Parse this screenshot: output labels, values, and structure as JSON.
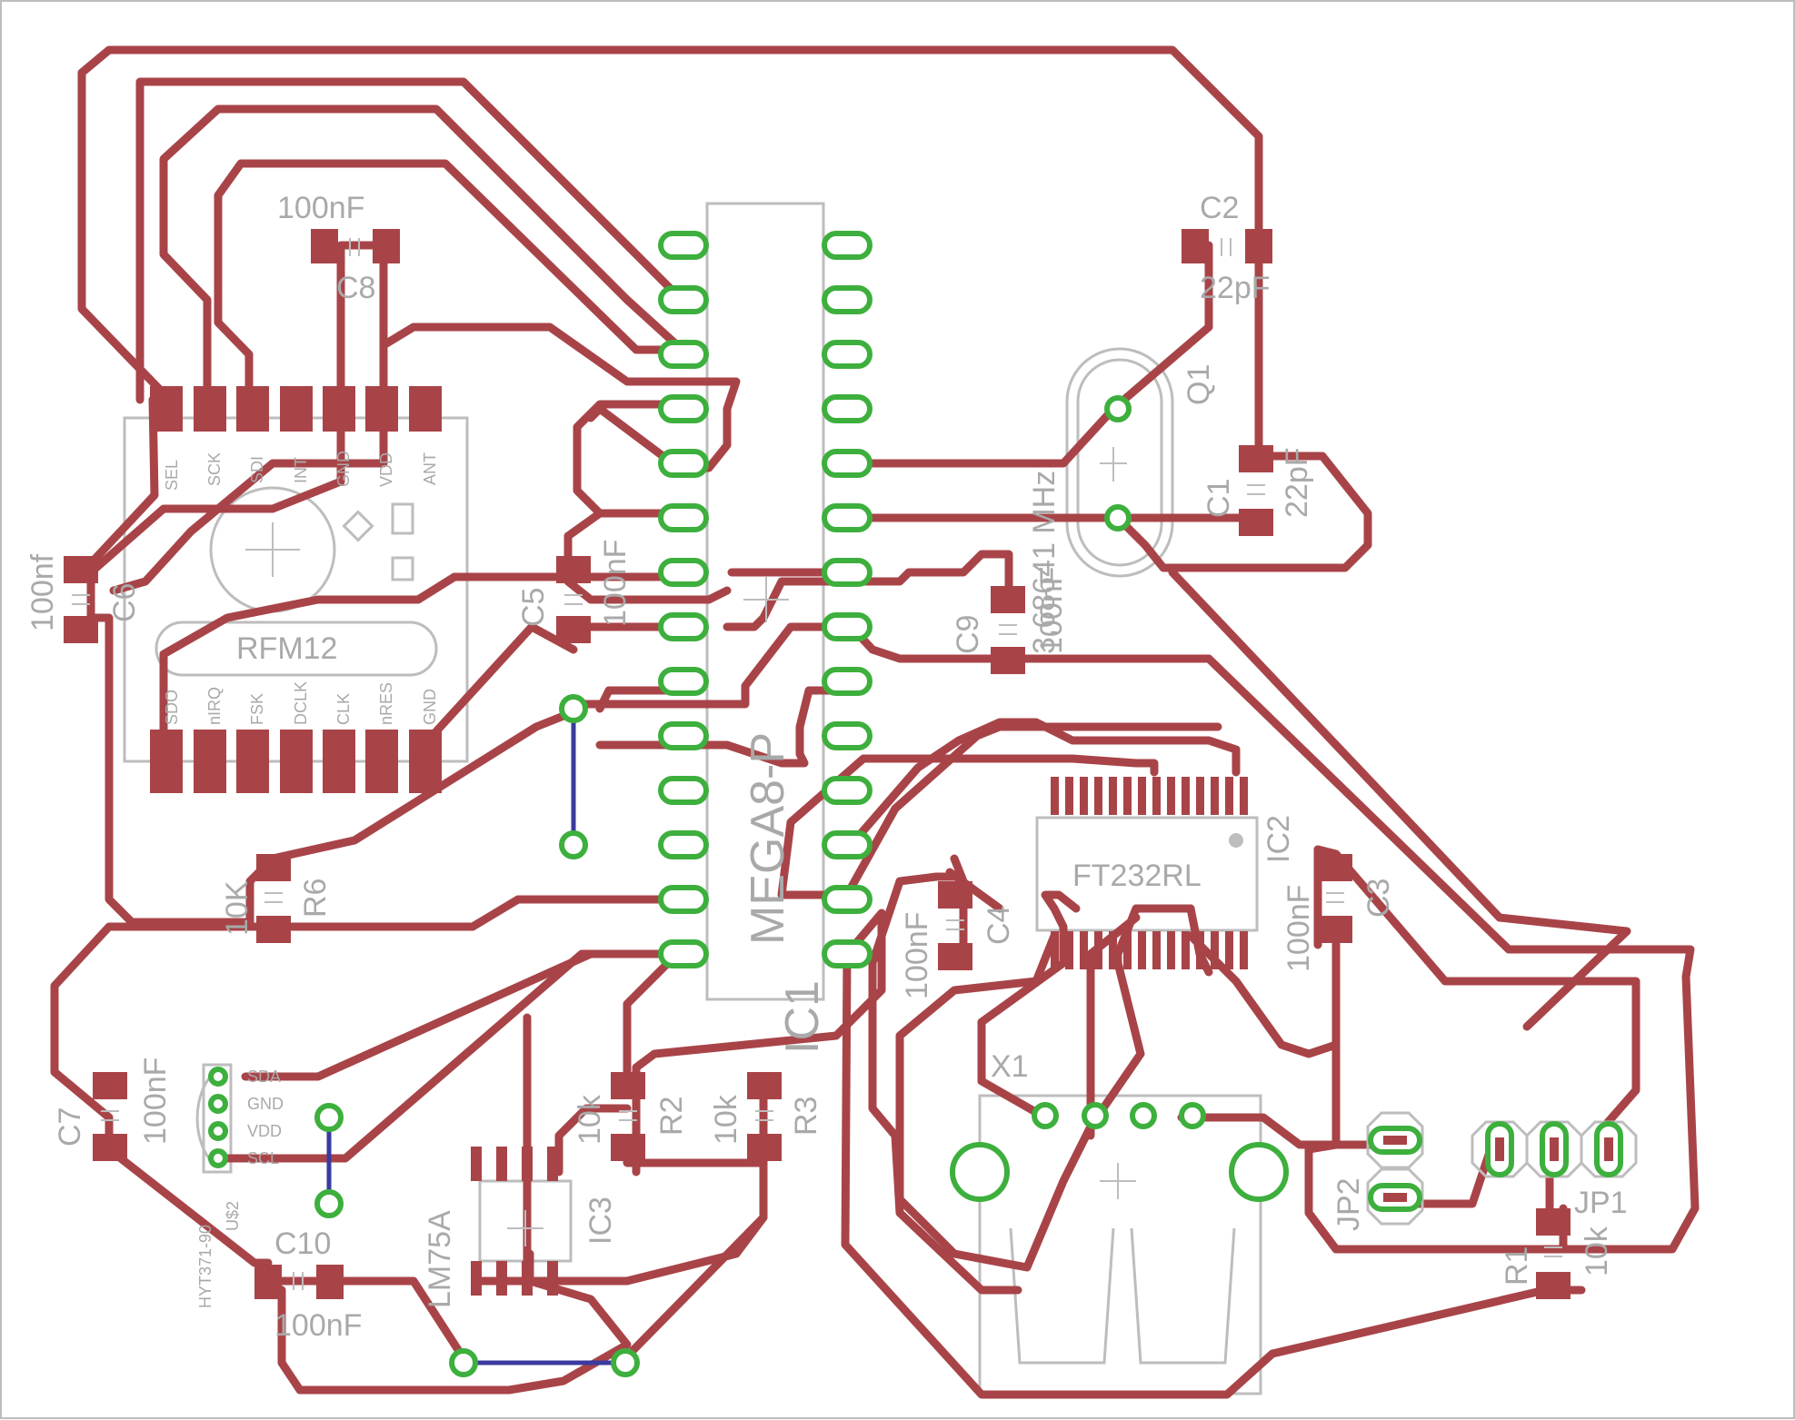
{
  "colors": {
    "copper": "#a84448",
    "via": "#3daf3d",
    "jumper": "#3a3aa0",
    "silkscreen": "#bdbdbd",
    "text": "#a9a9a9",
    "background": "#ffffff"
  },
  "rfm12": {
    "name": "RFM12",
    "top_pins": [
      "SEL",
      "SCK",
      "SDI",
      "INT",
      "GND",
      "VDD",
      "ANT"
    ],
    "bottom_pins": [
      "SDO",
      "nIRQ",
      "FSK",
      "DCLK",
      "CLK",
      "nRES",
      "GND"
    ]
  },
  "mcu": {
    "name": "IC1",
    "part": "MEGA8-P"
  },
  "crystal": {
    "name": "Q1",
    "value": "3,68641 MHz"
  },
  "usb_chip": {
    "part": "FT232RL",
    "name": "IC2"
  },
  "temp_sensor": {
    "name": "IC3",
    "part": "LM75A"
  },
  "humidity_header": {
    "name": "U$2",
    "part": "HYT371-90",
    "pins": [
      "SDA",
      "GND",
      "VDD",
      "SCL"
    ]
  },
  "usb_connector": {
    "name": "X1"
  },
  "components": {
    "c1": {
      "name": "C1",
      "value": "22pF"
    },
    "c2": {
      "name": "C2",
      "value": "22pF"
    },
    "c3": {
      "name": "C3",
      "value": "100nF"
    },
    "c4": {
      "name": "C4",
      "value": "100nF"
    },
    "c5": {
      "name": "C5",
      "value": "100nF"
    },
    "c6": {
      "name": "C6",
      "value": "100nf"
    },
    "c7": {
      "name": "C7",
      "value": "100nF"
    },
    "c8": {
      "name": "C8",
      "value": "100nF"
    },
    "c9": {
      "name": "C9",
      "value": "100nF"
    },
    "c10": {
      "name": "C10",
      "value": "100nF"
    },
    "r1": {
      "name": "R1",
      "value": "10k"
    },
    "r2": {
      "name": "R2",
      "value": "10k"
    },
    "r3": {
      "name": "R3",
      "value": "10k"
    },
    "r6": {
      "name": "R6",
      "value": "10K"
    },
    "jp1": {
      "name": "JP1"
    },
    "jp2": {
      "name": "JP2"
    }
  }
}
